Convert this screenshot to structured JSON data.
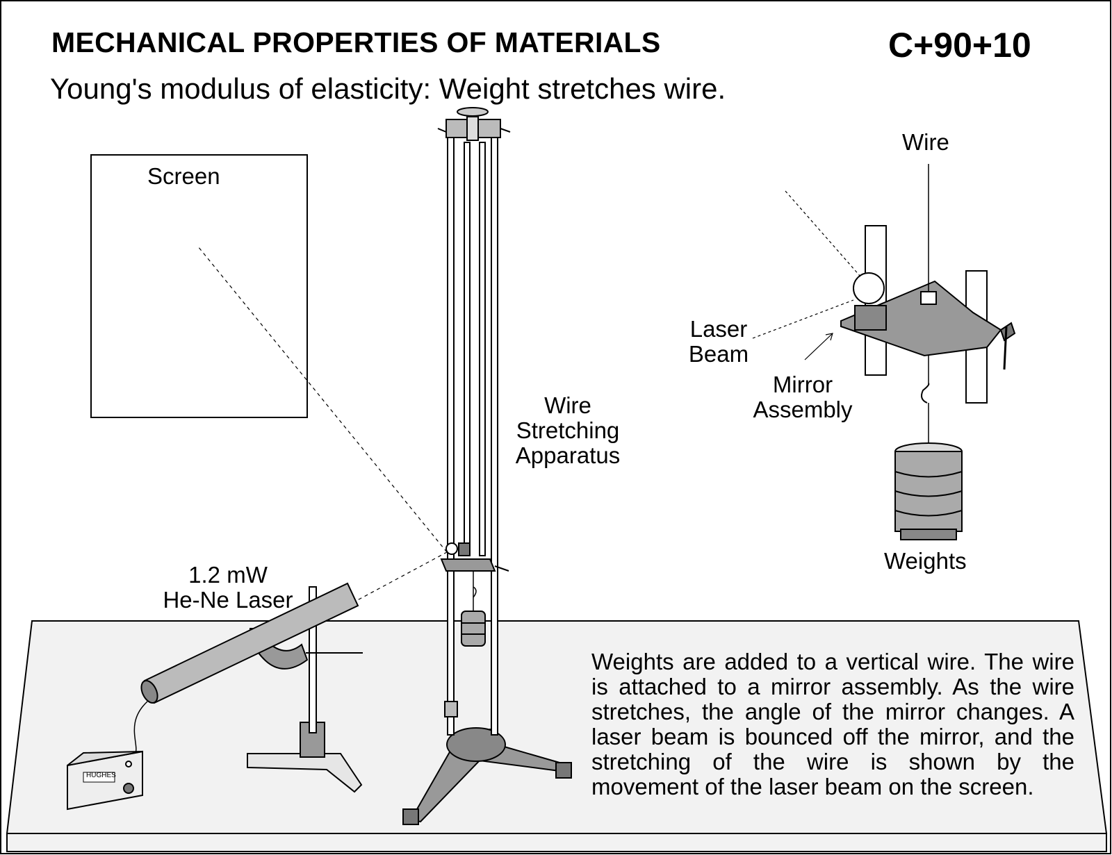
{
  "header": {
    "title": "MECHANICAL PROPERTIES OF MATERIALS",
    "code": "C+90+10",
    "subtitle": "Young's modulus of elasticity:  Weight stretches wire."
  },
  "labels": {
    "screen": "Screen",
    "wire_stretching_apparatus": [
      "Wire",
      "Stretching",
      "Apparatus"
    ],
    "wire": "Wire",
    "laser_beam": [
      "Laser",
      "Beam"
    ],
    "mirror_assembly": [
      "Mirror",
      "Assembly"
    ],
    "weights": "Weights",
    "laser": [
      "1.2 mW",
      "He-Ne Laser"
    ],
    "power_supply_brand": "HUGHES"
  },
  "description": "Weights are added to a vertical wire. The wire is attached to a mirror assembly. As the wire stretches, the angle of the mirror changes.  A laser beam is bounced off the mirror, and the stretching of the wire is shown by the movement of the laser beam on the screen."
}
